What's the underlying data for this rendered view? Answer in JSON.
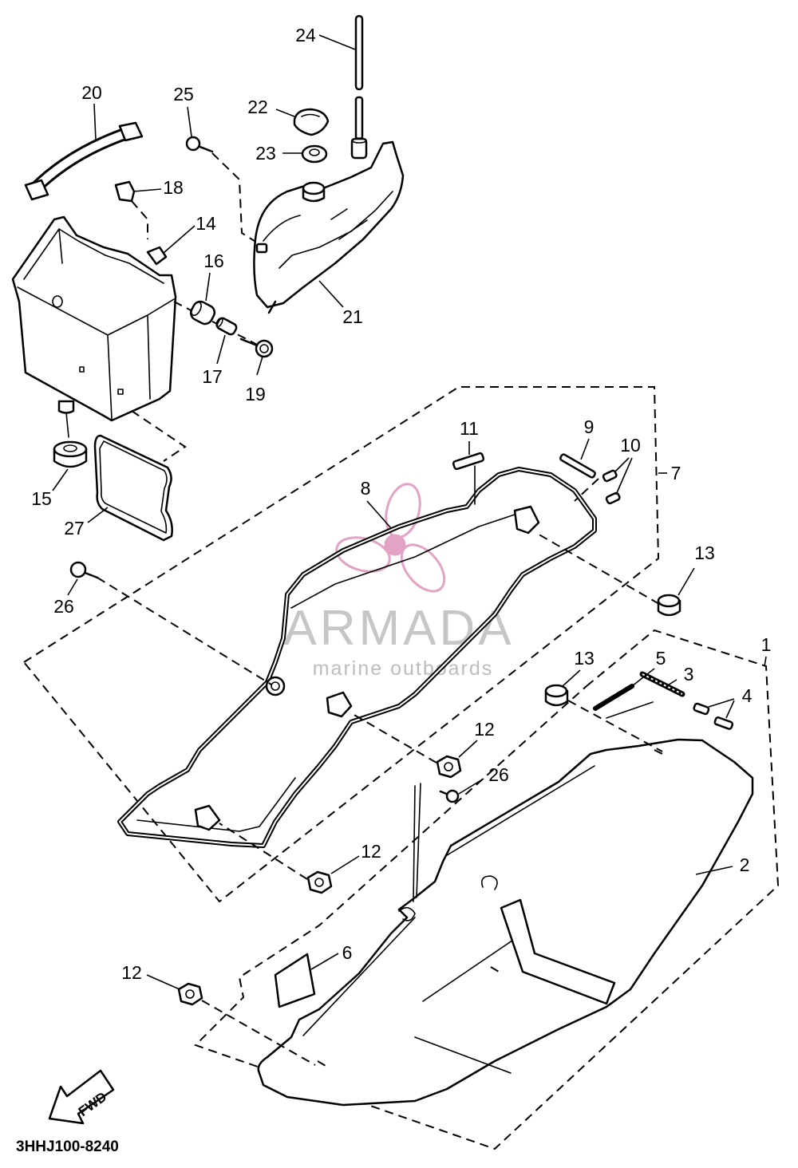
{
  "diagram": {
    "callouts": [
      "24",
      "22",
      "23",
      "20",
      "25",
      "18",
      "14",
      "16",
      "21",
      "17",
      "19",
      "11",
      "9",
      "10",
      "7",
      "8",
      "15",
      "27",
      "13",
      "26",
      "1",
      "13",
      "5",
      "3",
      "4",
      "12",
      "26",
      "12",
      "2",
      "6",
      "12"
    ],
    "diagram_code": "3HHJ100-8240",
    "fwd_label": "FWD"
  },
  "watermark": {
    "brand": "ARMADA",
    "tagline": "marine outboards",
    "logo_color": "#e3a3c4"
  }
}
